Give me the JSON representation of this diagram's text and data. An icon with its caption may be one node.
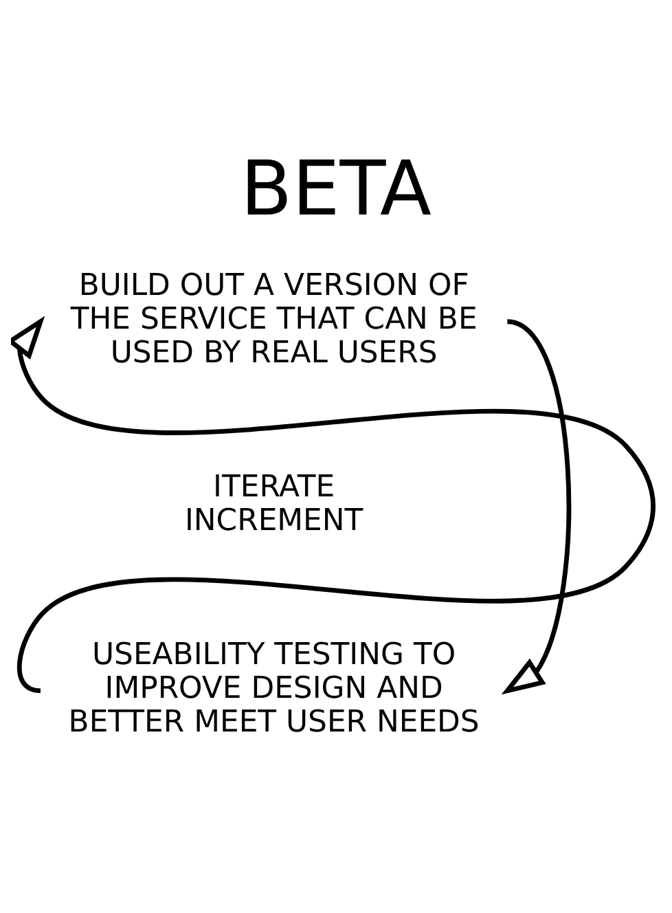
{
  "diagram": {
    "title": "BETA",
    "nodes": [
      {
        "text": [
          "BUILD OUT A VERSION OF THE SERVICE THAT CAN BE USED BY REAL USERS"
        ]
      },
      {
        "text": [
          "ITERATE INCREMENT"
        ]
      },
      {
        "text": [
          "USEABILITY TESTING TO IMPROVE DESIGN AND BETTER MEET USER NEEDS"
        ]
      }
    ],
    "edges": [
      {
        "from": 0,
        "to": 2,
        "arrow": "to"
      },
      {
        "from": 2,
        "to": 0,
        "arrow": "to"
      }
    ]
  }
}
